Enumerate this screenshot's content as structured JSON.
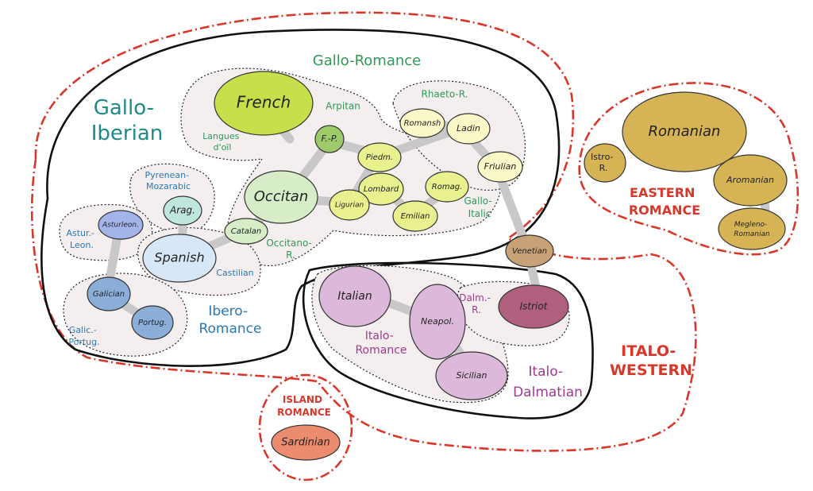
{
  "macro_groups": {
    "italo_western": "ITALO-\nWESTERN",
    "eastern": "EASTERN\nROMANCE",
    "island": "ISLAND\nROMANCE"
  },
  "groups": {
    "gallo_iberian": "Gallo-\nIberian",
    "gallo_romance": "Gallo-Romance",
    "langues_doil": "Langues\nd'oïl",
    "arpitan": "Arpitan",
    "rhaeto": "Rhaeto-R.",
    "gallo_italic": "Gallo-\nItalic",
    "occitano": "Occitano-\nR.",
    "pyrenean": "Pyrenean-\nMozarabic",
    "astur": "Astur.-\nLeon.",
    "castilian": "Castilian",
    "galic_portug": "Galic.-\nPortug.",
    "ibero_romance": "Ibero-\nRomance",
    "italo_romance": "Italo-\nRomance",
    "italo_dalmatian": "Italo-\nDalmatian",
    "dalm": "Dalm.-\nR.",
    "istro": "Istro-\nR."
  },
  "languages": {
    "french": "French",
    "fp": "F.-P.",
    "romansh": "Romansh",
    "ladin": "Ladin",
    "friulian": "Friulian",
    "piedm": "Piedm.",
    "lombard": "Lombard",
    "romag": "Romag.",
    "ligurian": "Ligurian",
    "emilian": "Emilian",
    "occitan": "Occitan",
    "catalan": "Catalan",
    "arag": "Arag.",
    "asturleon": "Asturleon.",
    "spanish": "Spanish",
    "galician": "Galician",
    "portug": "Portug.",
    "venetian": "Venetian",
    "italian": "Italian",
    "neapol": "Neapol.",
    "sicilian": "Sicilian",
    "istriot": "Istriot",
    "romanian": "Romanian",
    "aromanian": "Aromanian",
    "megleno": "Megleno-\nRomanian",
    "sardinian": "Sardinian"
  },
  "colors": {
    "gallo_romance": "#2e9a58",
    "ibero": "#2a78b8",
    "italo_dalmatian": "#a03a8f",
    "macro_group": "#d8372a",
    "french_fill": "#c7df4a",
    "occitan_fill": "#d6edc7",
    "gallo_italic_fill": "#e9f08e",
    "rhaeto_fill": "#fbf8c8",
    "ibero_fill": "#8aaed8",
    "italo_fill": "#dcb9da",
    "istriot_fill": "#b0607e",
    "eastern_fill": "#d6b455",
    "sardinian_fill": "#ec8c6f"
  }
}
